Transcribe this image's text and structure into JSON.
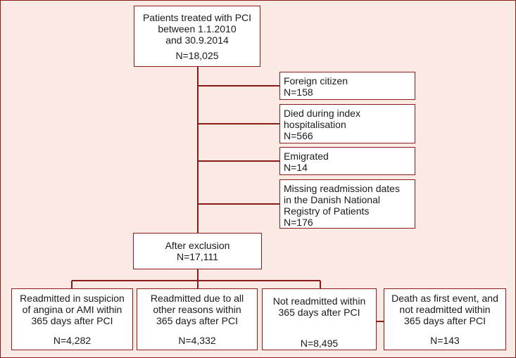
{
  "colors": {
    "background": "#fbe9e4",
    "border": "#8a1b1b",
    "box_fill": "#ffffff"
  },
  "top": {
    "lines": [
      "Patients treated with PCI",
      "between 1.1.2010",
      "and 30.9.2014"
    ],
    "n": "N=18,025"
  },
  "exclusions": [
    {
      "lines": [
        "Foreign citizen"
      ],
      "n": "N=158"
    },
    {
      "lines": [
        "Died during index",
        "hospitalisation"
      ],
      "n": "N=566"
    },
    {
      "lines": [
        "Emigrated"
      ],
      "n": "N=14"
    },
    {
      "lines": [
        "Missing readmission dates",
        "in the Danish National",
        "Registry of Patients"
      ],
      "n": "N=176"
    }
  ],
  "after": {
    "lines": [
      "After exclusion"
    ],
    "n": "N=17,111"
  },
  "outcomes": [
    {
      "lines": [
        "Readmitted in suspicion",
        "of angina or AMI within",
        "365 days after PCI"
      ],
      "n": "N=4,282"
    },
    {
      "lines": [
        "Readmitted due to all",
        "other reasons within",
        "365 days after PCI"
      ],
      "n": "N=4,332"
    },
    {
      "lines": [
        "Not readmitted within",
        "365 days after PCI"
      ],
      "n": "N=8,495"
    },
    {
      "lines": [
        "Death as first event, and",
        "not readmitted within",
        "365 days after PCI"
      ],
      "n": "N=143"
    }
  ]
}
